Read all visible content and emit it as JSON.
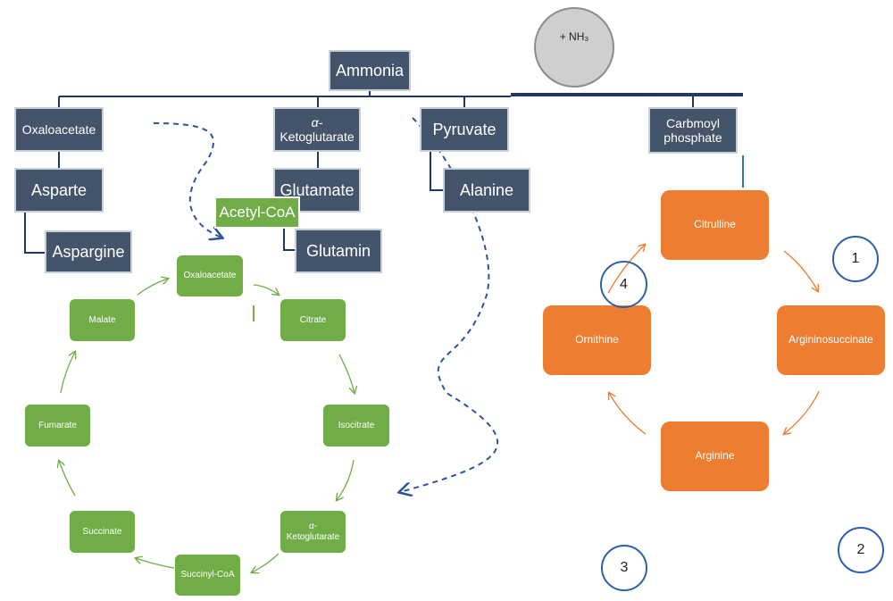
{
  "ammonia_tree": {
    "root": "Ammonia",
    "nh3_label": "+ NH₃",
    "branches": {
      "oxaloacetate": "Oxaloacetate",
      "aspartate": "Asparte",
      "asparagine": "Aspargine",
      "ketoglutarate_prefix": "α-",
      "ketoglutarate": "Ketoglutarate",
      "glutamate": "Glutamate",
      "glutamine": "Glutamin",
      "pyruvate": "Pyruvate",
      "alanine": "Alanine",
      "carbamoyl_line1": "Carbmoyl",
      "carbamoyl_line2": "phosphate"
    }
  },
  "tca_cycle": {
    "entry": "Acetyl-CoA",
    "steps": {
      "oxaloacetate": "Oxaloacetate",
      "citrate": "Citrate",
      "isocitrate": "Isocitrate",
      "ketoglutarate_prefix": "α-",
      "ketoglutarate": "Ketoglutarate",
      "succinyl_coa": "Succinyl-CoA",
      "succinate": "Succinate",
      "fumarate": "Fumarate",
      "malate": "Malate"
    },
    "color": "#70ad47"
  },
  "urea_cycle": {
    "steps": {
      "citrulline": "Citrulline",
      "argininosuccinate": "Argininosuccinate",
      "arginine": "Arginine",
      "ornithine": "Ornithine"
    },
    "step_numbers": [
      "1",
      "2",
      "3",
      "4"
    ],
    "color": "#ed7d31"
  },
  "colors": {
    "navy_box": "#44546a",
    "connector": "#1f3864",
    "dashed": "#2e5597",
    "number_ring": "#2e5fa8"
  }
}
